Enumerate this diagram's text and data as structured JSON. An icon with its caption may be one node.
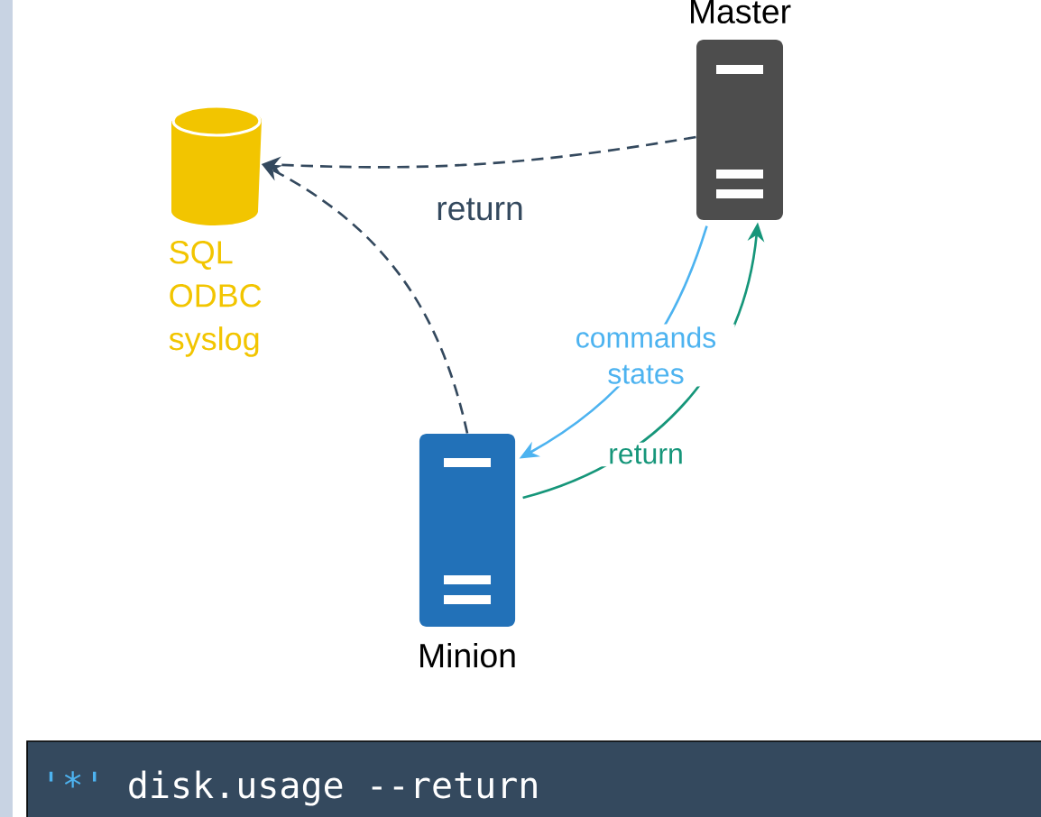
{
  "diagram": {
    "nodes": [
      {
        "text": [],
        "shape": "cylinder",
        "beside": [
          "SQL ODBC syslog"
        ]
      },
      {
        "text": [
          "Master"
        ]
      },
      {
        "text": [
          "Minion"
        ]
      }
    ],
    "edges": [
      {
        "from": 1,
        "to": 0,
        "arrow": "to",
        "style": "dashed",
        "color": "#34495e",
        "label": "return"
      },
      {
        "from": 2,
        "to": 0,
        "arrow": "to",
        "style": "dashed",
        "color": "#34495e"
      },
      {
        "from": 1,
        "to": 2,
        "arrow": "to",
        "color": "#4db3f0",
        "label": "commands states"
      },
      {
        "from": 2,
        "to": 1,
        "arrow": "to",
        "color": "#16967a",
        "label": "return"
      }
    ],
    "labels": [
      "'*'",
      "disk.usage --return"
    ]
  }
}
